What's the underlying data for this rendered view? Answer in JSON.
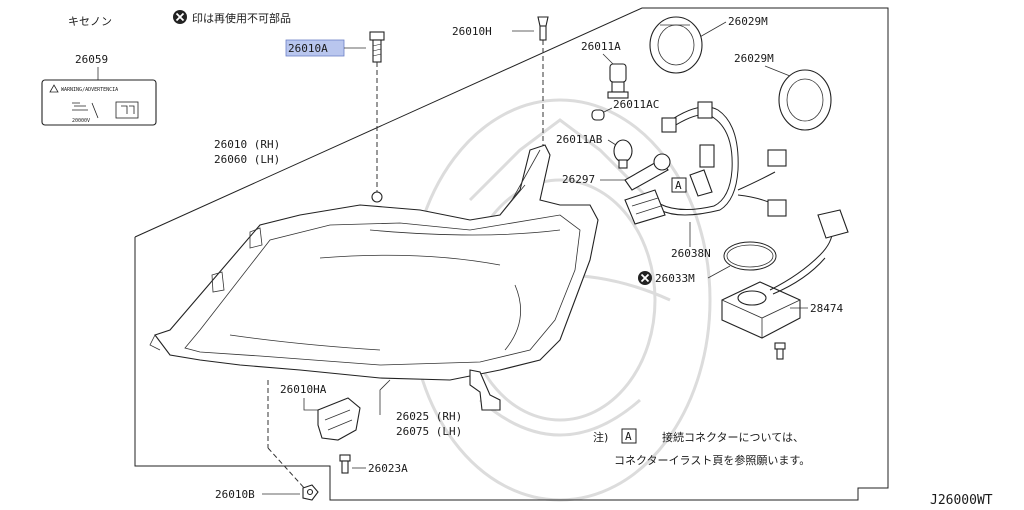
{
  "header": {
    "xenon_label": "キセノン",
    "note_nonreusable": "印は再使用不可部品",
    "diagram_code": "J26000WT"
  },
  "labels": {
    "p26059": "26059",
    "warning_text": "WARNING/ADVERTENCIA",
    "voltage_text": "20000V",
    "p26010A": "26010A",
    "p26010H": "26010H",
    "p26029M_top": "26029M",
    "p26029M_right": "26029M",
    "p26011A": "26011A",
    "p26011AC": "26011AC",
    "p26011AB": "26011AB",
    "p26297": "26297",
    "connector_a": "A",
    "p26038N": "26038N",
    "p26033M": "26033M",
    "p28474": "28474",
    "p26010_rh": "26010 (RH)",
    "p26060_lh": "26060 (LH)",
    "p26010HA": "26010HA",
    "p26025_rh": "26025 (RH)",
    "p26075_lh": "26075 (LH)",
    "p26023A": "26023A",
    "p26010B": "26010B"
  },
  "footnote": {
    "prefix": "注)",
    "box": "A",
    "line1": "接続コネクターについては、",
    "line2": "コネクターイラスト頁を参照願います。"
  },
  "highlight_color": "#b9c6ee"
}
